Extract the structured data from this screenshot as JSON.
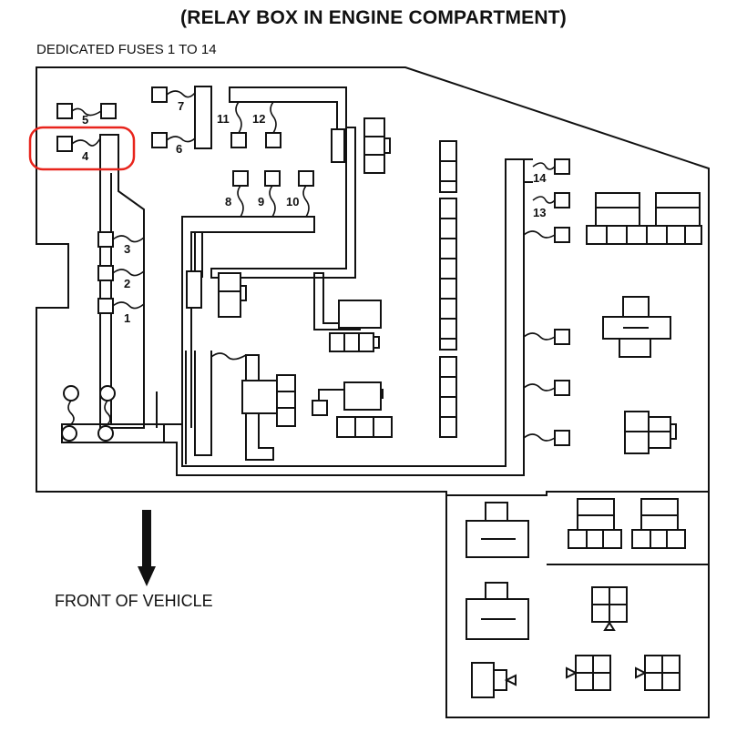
{
  "title": "(RELAY BOX IN ENGINE COMPARTMENT)",
  "subtitle": "DEDICATED FUSES 1 TO 14",
  "front_label": "FRONT OF VEHICLE",
  "fuse_labels": {
    "f1": "1",
    "f2": "2",
    "f3": "3",
    "f4": "4",
    "f5": "5",
    "f6": "6",
    "f7": "7",
    "f8": "8",
    "f9": "9",
    "f10": "10",
    "f11": "11",
    "f12": "12",
    "f13": "13",
    "f14": "14"
  },
  "highlight": {
    "target": "4",
    "color": "#e8241c"
  }
}
